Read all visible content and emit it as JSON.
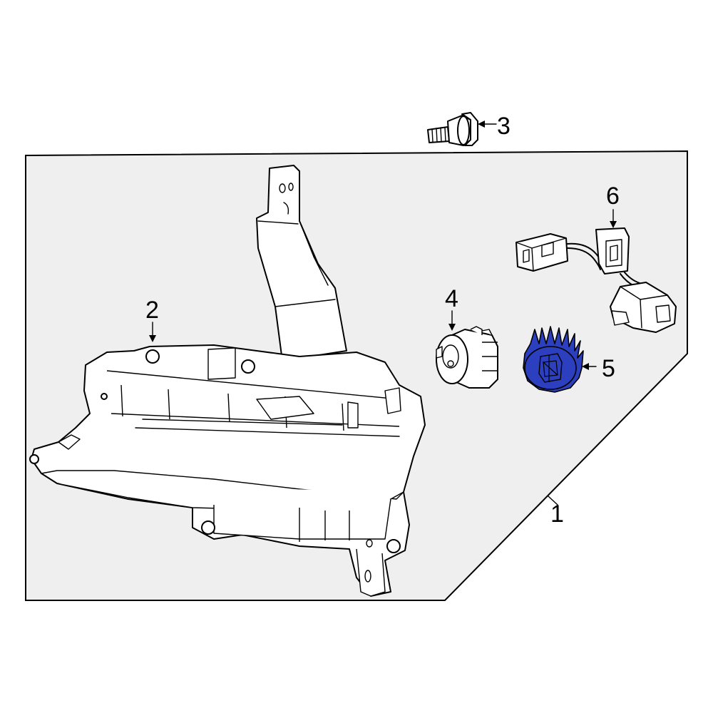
{
  "diagram": {
    "highlight_color": "#2b3fbf",
    "background_panel_color": "#efefef",
    "callouts": [
      {
        "id": "1",
        "label": "1"
      },
      {
        "id": "2",
        "label": "2"
      },
      {
        "id": "3",
        "label": "3"
      },
      {
        "id": "4",
        "label": "4"
      },
      {
        "id": "5",
        "label": "5"
      },
      {
        "id": "6",
        "label": "6"
      }
    ]
  }
}
